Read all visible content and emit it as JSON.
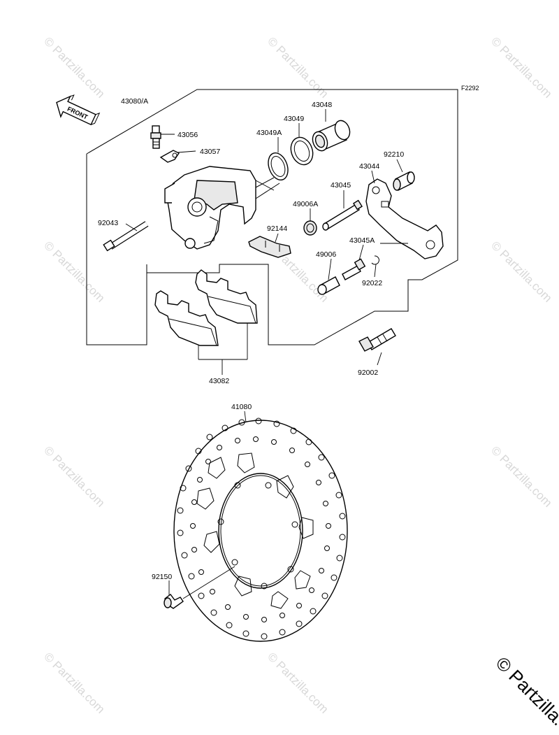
{
  "diagram": {
    "figure_ref": "F2292",
    "front_label": "FRONT",
    "watermark": "© Partzilla.com",
    "watermark_corner": "© Partzilla.com",
    "part_labels": {
      "p43080A": "43080/A",
      "p43056": "43056",
      "p43057": "43057",
      "p92043": "92043",
      "p43049A": "43049A",
      "p43049": "43049",
      "p43048": "43048",
      "p92210": "92210",
      "p43044": "43044",
      "p43045": "43045",
      "p49006A": "49006A",
      "p92144": "92144",
      "p43045A": "43045A",
      "p49006": "49006",
      "p92022": "92022",
      "p92002": "92002",
      "p43082": "43082",
      "p41080": "41080",
      "p92150": "92150"
    }
  }
}
